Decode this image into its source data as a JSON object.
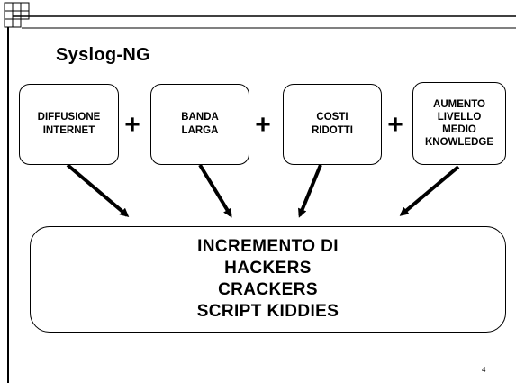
{
  "slide": {
    "title": "Syslog-NG",
    "page_number": "4"
  },
  "inputs": [
    {
      "lines": [
        "DIFFUSIONE",
        "INTERNET"
      ]
    },
    {
      "lines": [
        "BANDA",
        "LARGA"
      ]
    },
    {
      "lines": [
        "COSTI",
        "RIDOTTI"
      ]
    },
    {
      "lines": [
        "AUMENTO",
        "LIVELLO",
        "MEDIO",
        "KNOWLEDGE"
      ]
    }
  ],
  "operators": [
    "+",
    "+",
    "+"
  ],
  "result": {
    "lines": [
      "INCREMENTO DI",
      "HACKERS",
      "CRACKERS",
      "SCRIPT KIDDIES"
    ]
  }
}
